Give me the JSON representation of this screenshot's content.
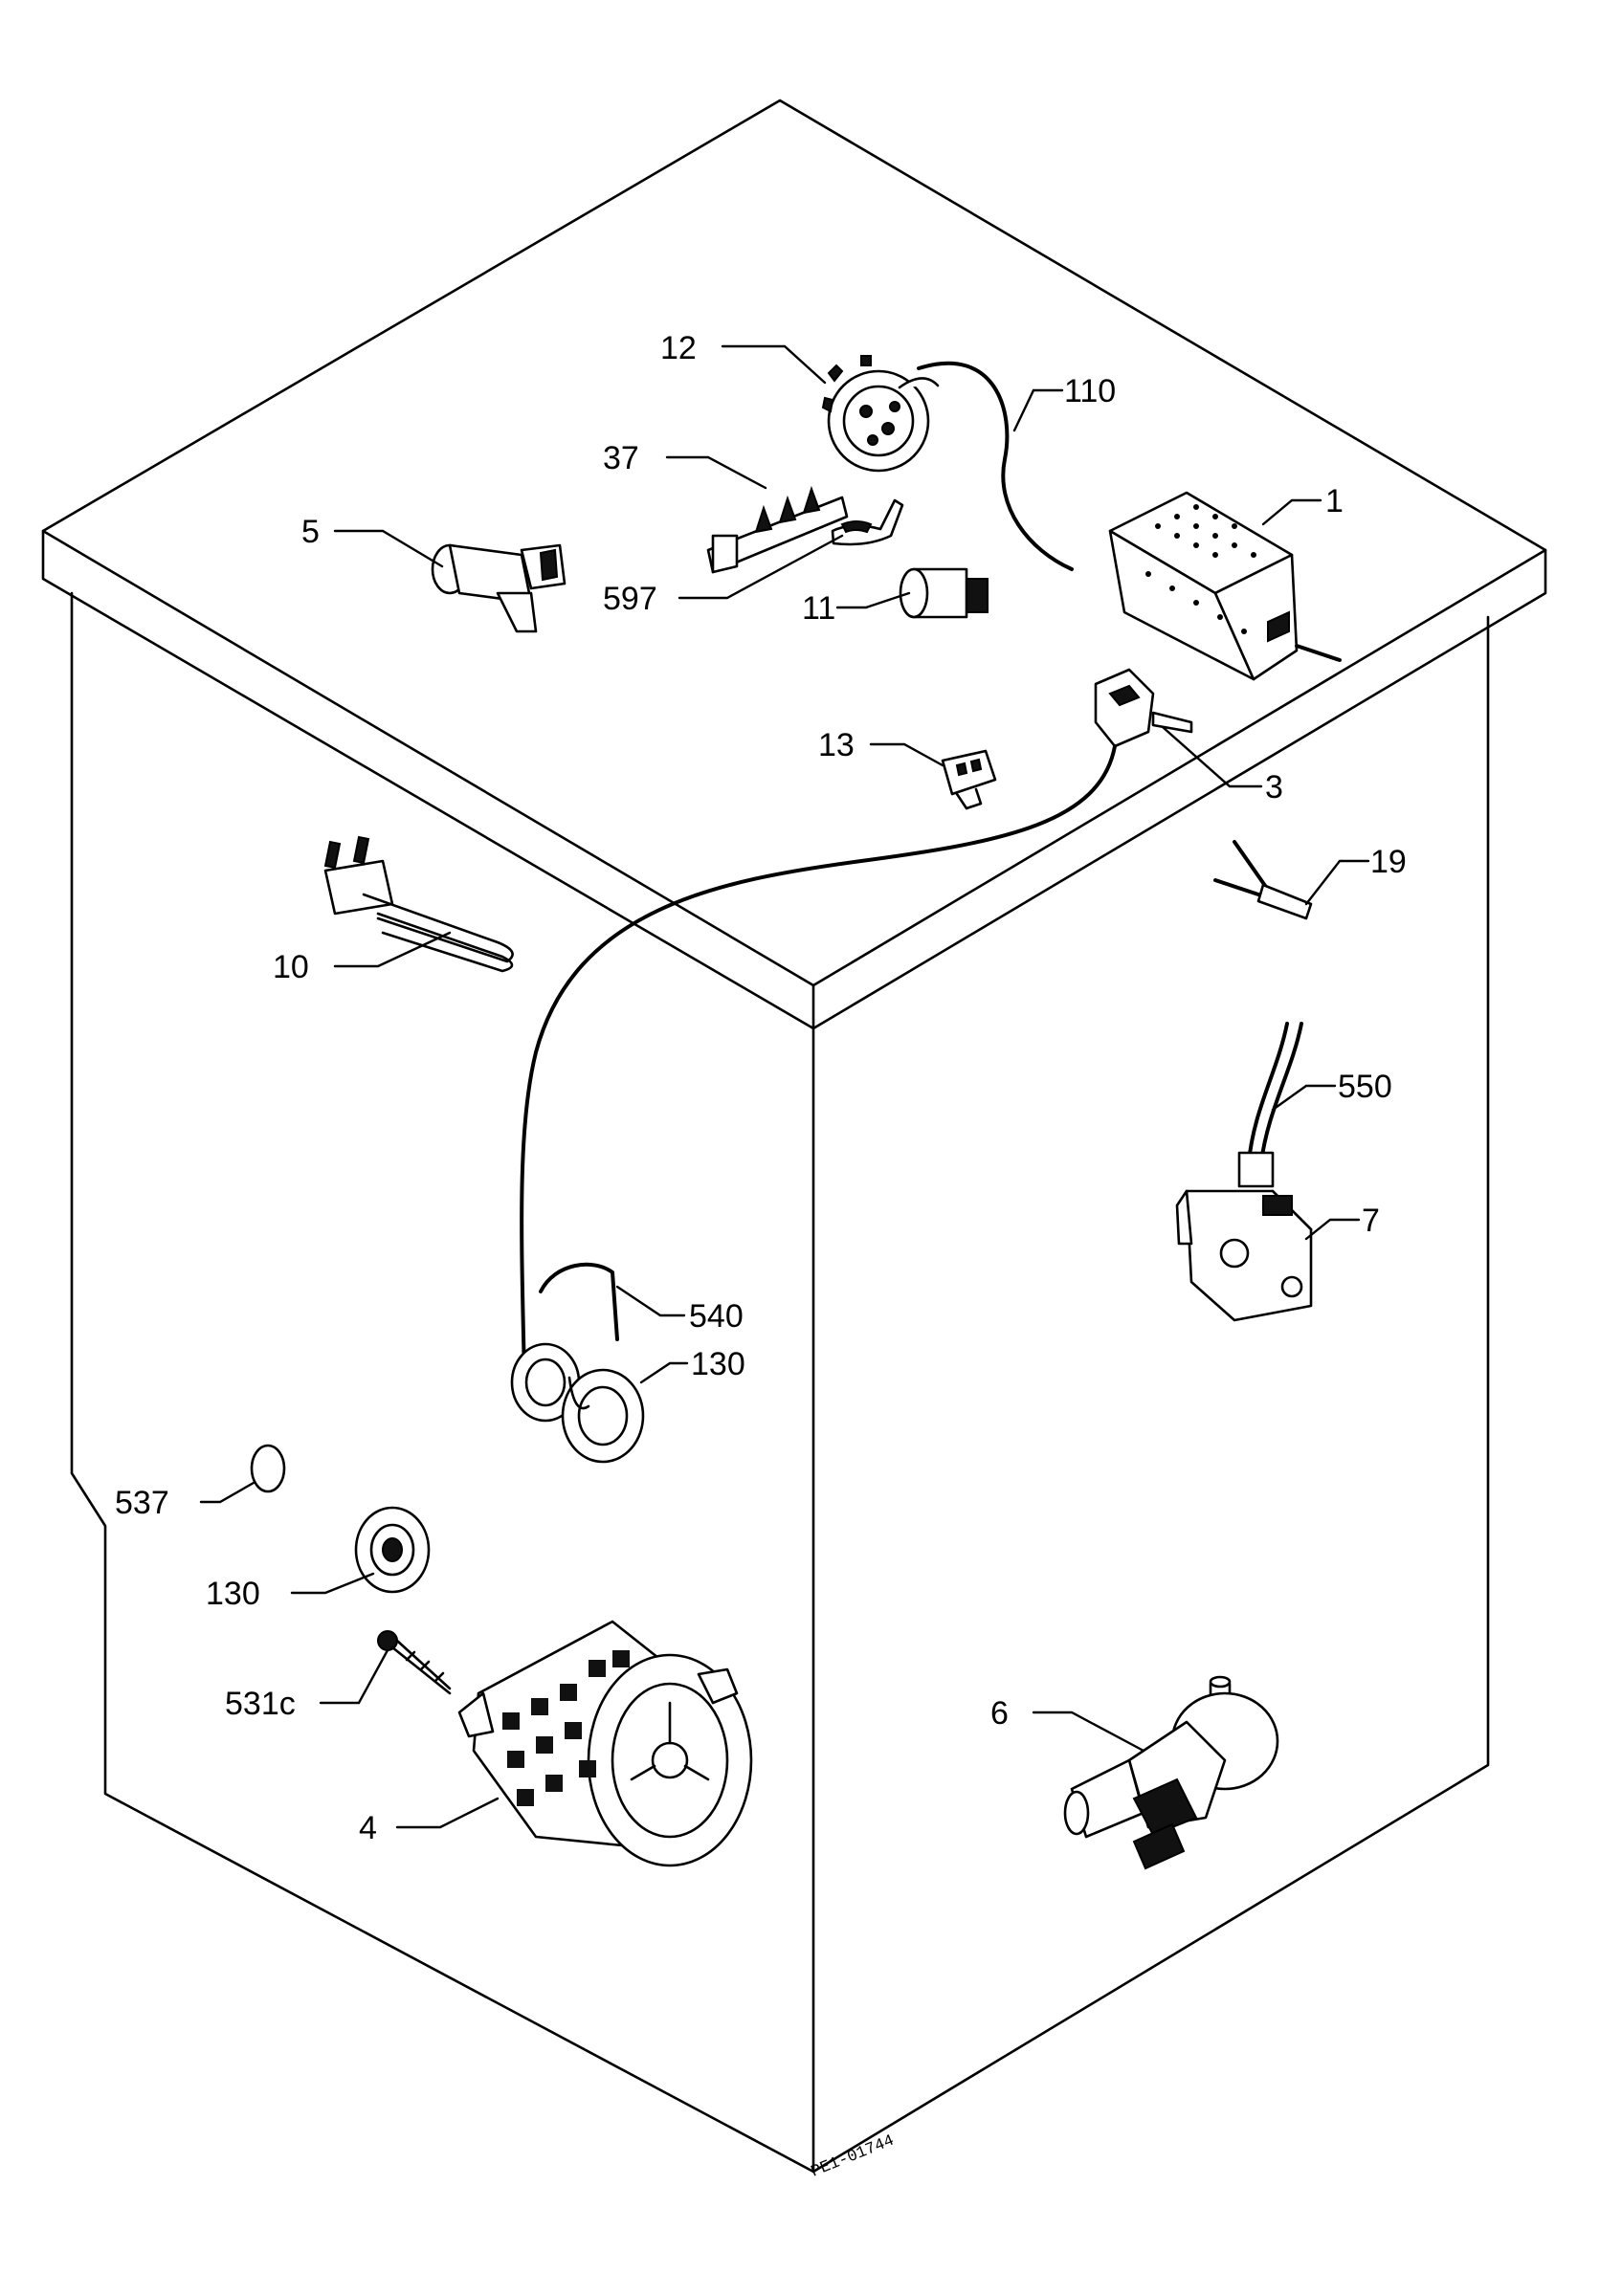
{
  "diagram": {
    "drawing_code": "PE1-01744",
    "parts": [
      {
        "id": "part-12",
        "label": "12"
      },
      {
        "id": "part-110",
        "label": "110"
      },
      {
        "id": "part-37",
        "label": "37"
      },
      {
        "id": "part-1",
        "label": "1"
      },
      {
        "id": "part-5",
        "label": "5"
      },
      {
        "id": "part-597",
        "label": "597"
      },
      {
        "id": "part-11",
        "label": "11"
      },
      {
        "id": "part-13",
        "label": "13"
      },
      {
        "id": "part-3",
        "label": "3"
      },
      {
        "id": "part-19",
        "label": "19"
      },
      {
        "id": "part-10",
        "label": "10"
      },
      {
        "id": "part-550",
        "label": "550"
      },
      {
        "id": "part-7",
        "label": "7"
      },
      {
        "id": "part-540",
        "label": "540"
      },
      {
        "id": "part-130a",
        "label": "130"
      },
      {
        "id": "part-537",
        "label": "537"
      },
      {
        "id": "part-130b",
        "label": "130"
      },
      {
        "id": "part-531c",
        "label": "531c"
      },
      {
        "id": "part-6",
        "label": "6"
      },
      {
        "id": "part-4",
        "label": "4"
      }
    ]
  }
}
